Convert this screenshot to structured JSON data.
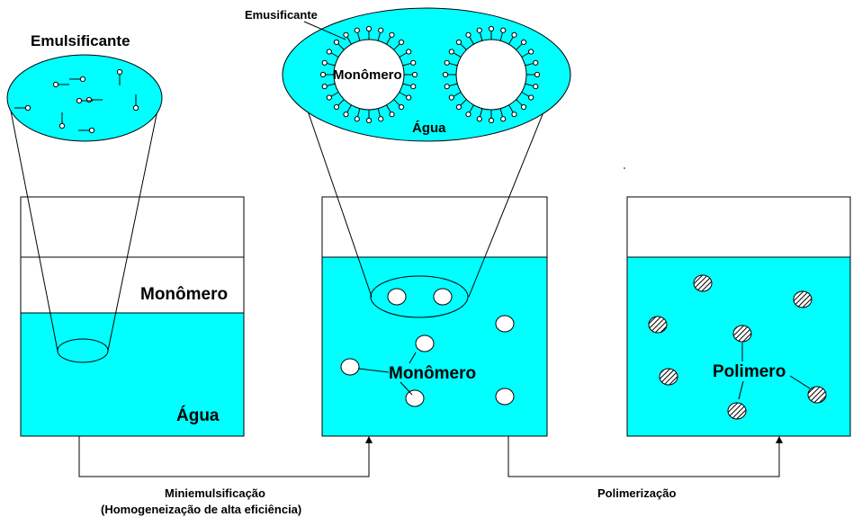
{
  "colors": {
    "water": "#00ffff",
    "stroke": "#000000",
    "droplet": "#ffffff",
    "background": "#ffffff"
  },
  "labels": {
    "emulsificante_top": "Emulsificante",
    "emusificante_top": "Emusificante",
    "monomero_inset": "Monômero",
    "agua_inset": "Água",
    "monomero_beaker1": "Monômero",
    "agua_beaker1": "Água",
    "monomero_beaker2": "Monômero",
    "polimero_beaker3": "Polimero",
    "step1_line1": "Miniemulsificação",
    "step1_line2": "(Homogeneização de alta eficiência)",
    "step2": "Polimerização"
  },
  "icons": {
    "arrow1": "arrow-up-icon",
    "arrow2": "arrow-up-icon"
  }
}
